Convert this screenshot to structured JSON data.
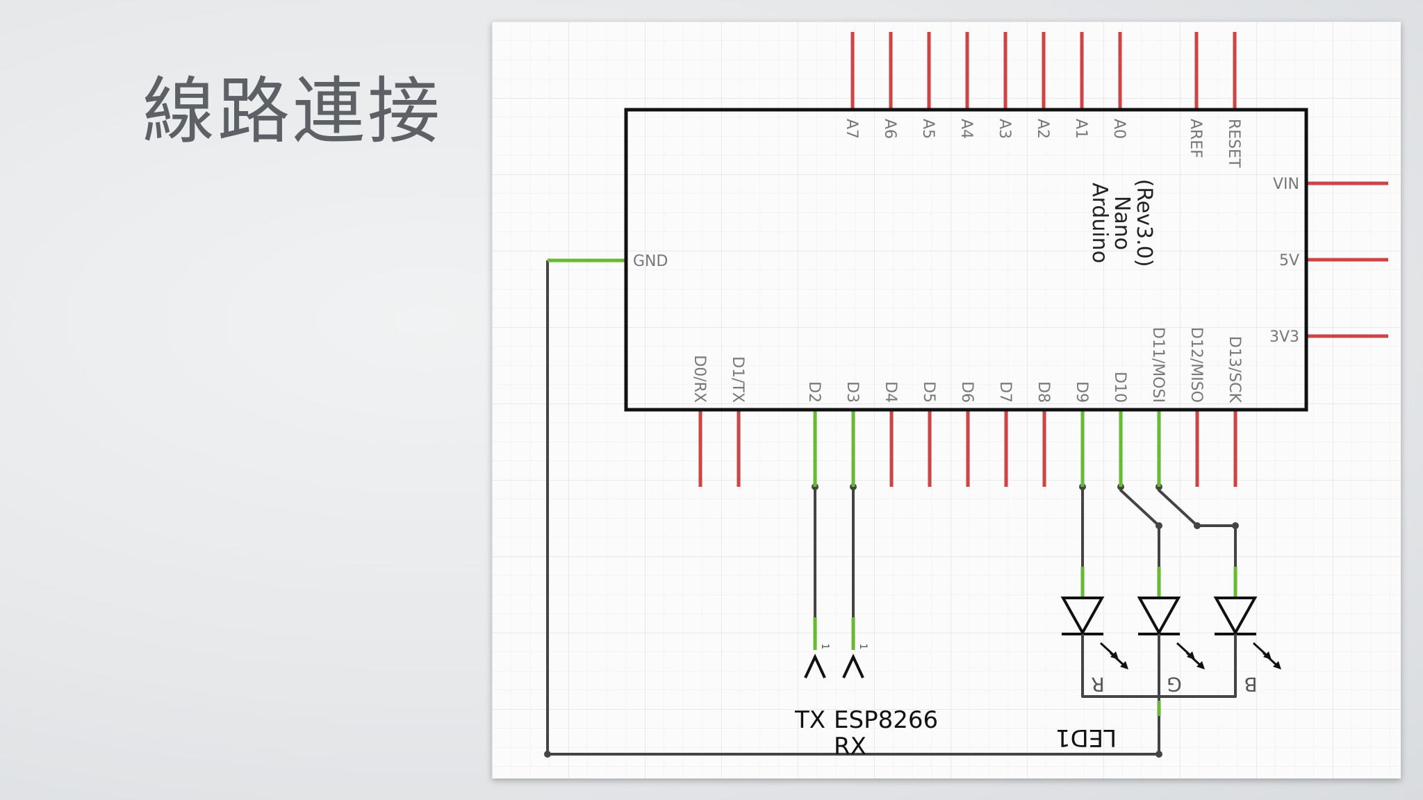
{
  "slide": {
    "title": "線路連接"
  },
  "colors": {
    "unconnected_pin": "#cc4444",
    "connected_pin": "#66bb33",
    "wire": "#444444",
    "board_outline": "#111111",
    "grid": "#e2e2e2"
  },
  "board": {
    "name_lines": [
      "Arduino",
      "Nano",
      "(Rev3.0)"
    ],
    "top_pins": [
      {
        "label": "A7",
        "connected": false
      },
      {
        "label": "A6",
        "connected": false
      },
      {
        "label": "A5",
        "connected": false
      },
      {
        "label": "A4",
        "connected": false
      },
      {
        "label": "A3",
        "connected": false
      },
      {
        "label": "A2",
        "connected": false
      },
      {
        "label": "A1",
        "connected": false
      },
      {
        "label": "A0",
        "connected": false
      },
      {
        "label": "AREF",
        "connected": false
      },
      {
        "label": "RESET",
        "connected": false
      }
    ],
    "right_pins": [
      {
        "label": "VIN",
        "connected": false
      },
      {
        "label": "5V",
        "connected": false
      },
      {
        "label": "3V3",
        "connected": false
      }
    ],
    "left_pins": [
      {
        "label": "GND",
        "connected": true
      }
    ],
    "bottom_pins": [
      {
        "label": "D0/RX",
        "connected": false
      },
      {
        "label": "D1/TX",
        "connected": false
      },
      {
        "label": "D2",
        "connected": true
      },
      {
        "label": "D3",
        "connected": true
      },
      {
        "label": "D4",
        "connected": false
      },
      {
        "label": "D5",
        "connected": false
      },
      {
        "label": "D6",
        "connected": false
      },
      {
        "label": "D7",
        "connected": false
      },
      {
        "label": "D8",
        "connected": false
      },
      {
        "label": "D9",
        "connected": true
      },
      {
        "label": "D10",
        "connected": true
      },
      {
        "label": "D11/MOSI",
        "connected": true
      },
      {
        "label": "D12/MISO",
        "connected": false
      },
      {
        "label": "D13/SCK",
        "connected": false
      }
    ]
  },
  "esp8266": {
    "name": "ESP8266",
    "pin_tx": "TX",
    "pin_rx": "RX",
    "pin_number": "1"
  },
  "led": {
    "name": "LED1",
    "channels": [
      "R",
      "G",
      "B"
    ]
  }
}
